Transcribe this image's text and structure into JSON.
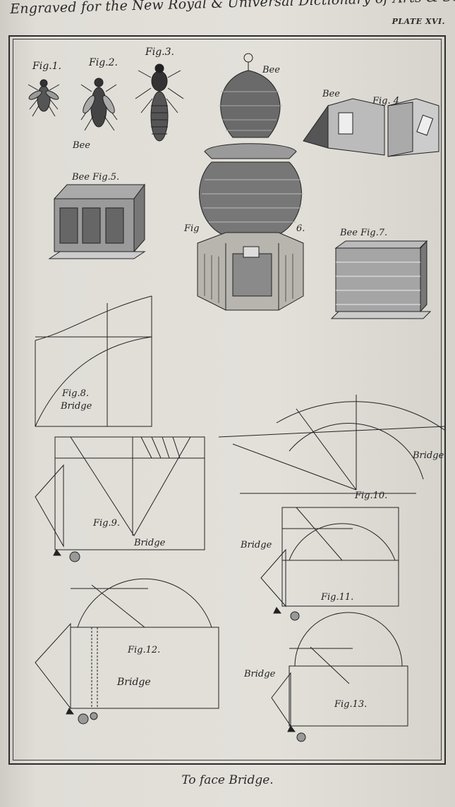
{
  "header": {
    "title": "Engraved for the New Royal & Universal Dictionary of Arts & Sciences.",
    "plate": "PLATE XVI."
  },
  "figures": {
    "fig1": "Fig.1.",
    "fig2": "Fig.2.",
    "fig3": "Fig.3.",
    "fig4": "Fig. 4",
    "fig5": "Bee Fig.5.",
    "fig6": "Fig",
    "fig6num": "6.",
    "fig7": "Bee Fig.7.",
    "fig8": "Fig.8.",
    "fig9": "Fig.9.",
    "fig10": "Fig.10.",
    "fig11": "Fig.11.",
    "fig12": "Fig.12.",
    "fig13": "Fig.13."
  },
  "labels": {
    "bee": "Bee",
    "bridge": "Bridge"
  },
  "footer": {
    "caption": "To face Bridge."
  }
}
